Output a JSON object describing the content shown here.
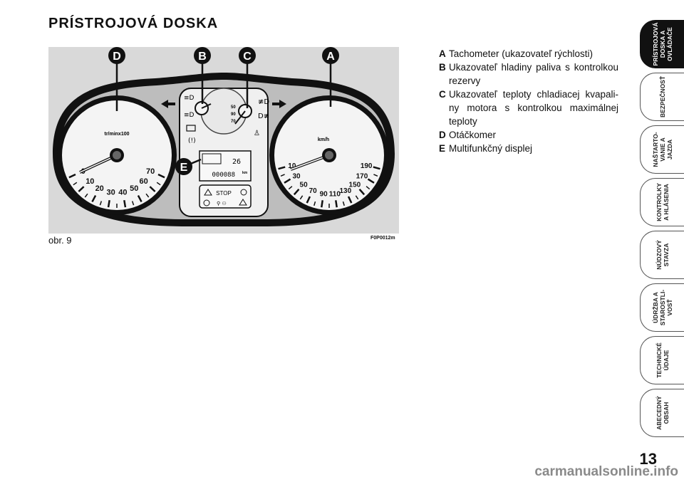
{
  "page": {
    "title": "PRÍSTROJOVÁ DOSKA",
    "figure_caption": "obr. 9",
    "figure_code": "F0P0012m",
    "page_number": "13",
    "watermark": "carmanualsonline.info"
  },
  "figure": {
    "callouts": [
      "D",
      "B",
      "C",
      "A",
      "E"
    ],
    "tach_ticks": [
      "0",
      "10",
      "20",
      "30",
      "40",
      "50",
      "60",
      "70"
    ],
    "tach_unit": "tr/minx100",
    "speed_ticks": [
      "10",
      "30",
      "50",
      "70",
      "90",
      "110",
      "130",
      "150",
      "170",
      "190"
    ],
    "speed_unit": "km/h",
    "temp_ticks": [
      "50",
      "90",
      "70"
    ],
    "display_top": "26",
    "display_odometer": "000088",
    "display_unit": "km",
    "stop_label": "STOP",
    "colors": {
      "background": "#d9d9d9",
      "cluster": "#111111",
      "dial": "#f4f4f4"
    }
  },
  "legend": [
    {
      "letter": "A",
      "text": "Tachometer (ukazovateľ rýchlosti)"
    },
    {
      "letter": "B",
      "text": "Ukazovateľ hladiny paliva s kontrolkou rezervy"
    },
    {
      "letter": "C",
      "text": "Ukazovateľ teploty chladiacej kvapali-ny motora s kontrolkou maximálnej teploty"
    },
    {
      "letter": "D",
      "text": "Otáčkomer"
    },
    {
      "letter": "E",
      "text": "Multifunkčný displej"
    }
  ],
  "tabs": [
    {
      "label": "PRÍSTROJOVÁ\nDOSKA A\nOVLÁDAČE",
      "active": true
    },
    {
      "label": "BEZPEČNOSŤ",
      "active": false
    },
    {
      "label": "NAŠTARTO-\nVANIE A\nJAZDA",
      "active": false
    },
    {
      "label": "KONTROLKY\nA HLÁSENIA",
      "active": false
    },
    {
      "label": "NÚDZOVÝ\nSTAVZA",
      "active": false
    },
    {
      "label": "ÚDRŽBA A\nSTAROSTLI-\nVOSŤ",
      "active": false
    },
    {
      "label": "TECHNICKÉ\nÚDAJE",
      "active": false
    },
    {
      "label": "ABECEDNÝ\nOBSAH",
      "active": false
    }
  ]
}
